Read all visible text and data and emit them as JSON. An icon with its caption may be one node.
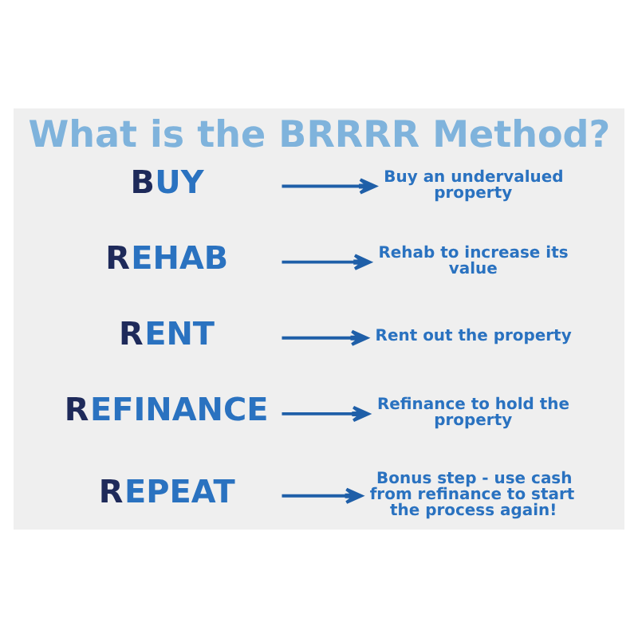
{
  "diagram": {
    "title": "What is the BRRRR Method?",
    "nodes": [
      {
        "text": [
          "BUY"
        ]
      },
      {
        "text": [
          "REHAB"
        ]
      },
      {
        "text": [
          "RENT"
        ]
      },
      {
        "text": [
          "REFINANCE"
        ]
      },
      {
        "text": [
          "REPEAT"
        ]
      },
      {
        "text": [
          "Buy an undervalued property"
        ]
      },
      {
        "text": [
          "Rehab to increase its value"
        ]
      },
      {
        "text": [
          "Rent out the property"
        ]
      },
      {
        "text": [
          "Refinance to hold the property"
        ]
      },
      {
        "text": [
          "Bonus step - use cash from refinance to start the process again!"
        ]
      }
    ],
    "edges": [
      {
        "from": 0,
        "to": 5,
        "arrow": "to"
      },
      {
        "from": 1,
        "to": 6,
        "arrow": "to"
      },
      {
        "from": 2,
        "to": 7,
        "arrow": "to"
      },
      {
        "from": 3,
        "to": 8,
        "arrow": "to"
      },
      {
        "from": 4,
        "to": 9,
        "arrow": "to"
      }
    ]
  }
}
